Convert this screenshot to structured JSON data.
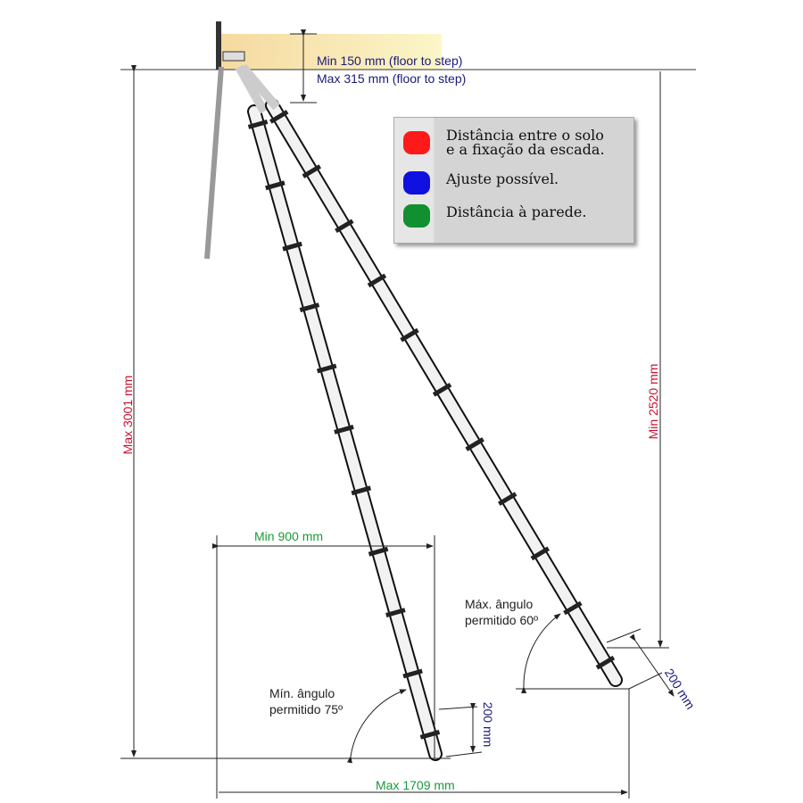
{
  "annotations": {
    "min_floor_step": "Min 150 mm (floor to step)",
    "max_floor_step": "Max 315 mm (floor to step)",
    "max_height": "Max 3001 mm",
    "min_height": "Min 2520 mm",
    "min_distance": "Min 900 mm",
    "max_distance": "Max 1709 mm",
    "max_angle_line1": "Máx. ângulo",
    "max_angle_line2": "permitido 60º",
    "min_angle_line1": "Mín. ângulo",
    "min_angle_line2": "permitido 75º",
    "adjust_left": "200 mm",
    "adjust_right": "200 mm"
  },
  "legend": {
    "items": [
      {
        "color": "#ff1a1a",
        "label_line1": "Distância entre o solo",
        "label_line2": "e a fixação da escada."
      },
      {
        "color": "#1010e0",
        "label_line1": "Ajuste possível.",
        "label_line2": ""
      },
      {
        "color": "#109030",
        "label_line1": "Distância à parede.",
        "label_line2": ""
      }
    ]
  }
}
